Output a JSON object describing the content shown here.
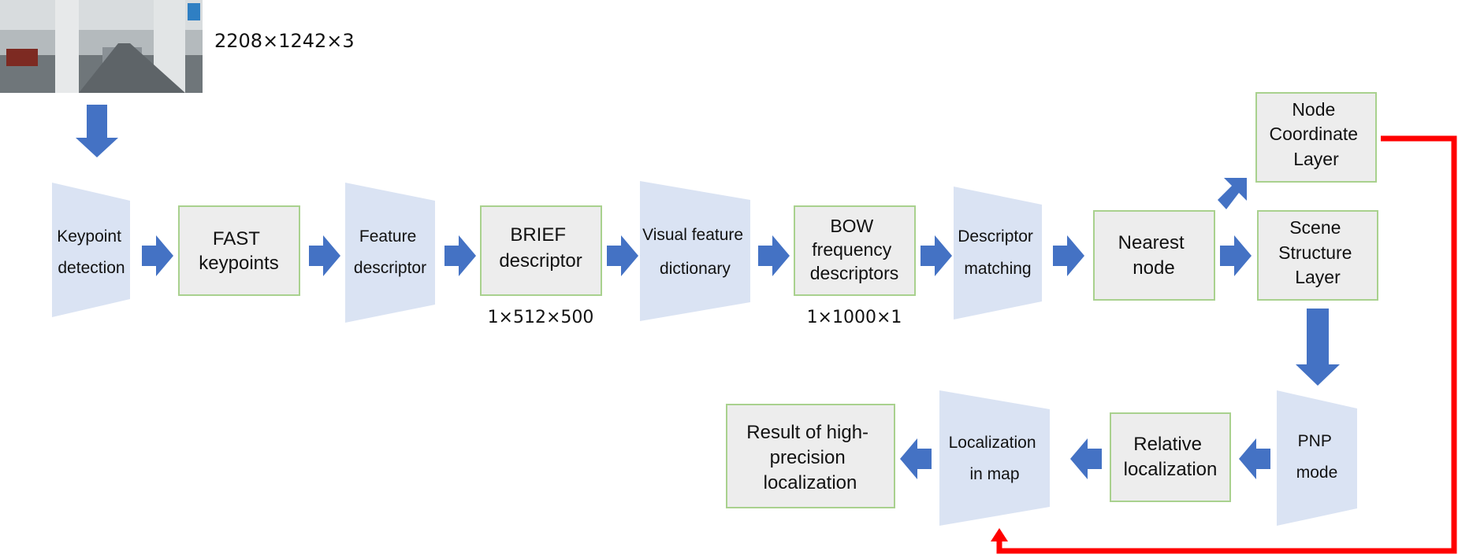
{
  "input_image": {
    "description_icon": "parking-garage-photo",
    "dimensions": "2208×1242×3"
  },
  "nodes": {
    "keypoint_detection": [
      "Keypoint",
      "detection"
    ],
    "fast_keypoints": [
      "FAST",
      "keypoints"
    ],
    "feature_descriptor": [
      "Feature",
      "descriptor"
    ],
    "brief_descriptor": [
      "BRIEF",
      "descriptor"
    ],
    "visual_feature_dictionary": [
      "Visual feature",
      "dictionary"
    ],
    "bow_frequency_descriptors": [
      "BOW",
      "frequency",
      "descriptors"
    ],
    "descriptor_matching": [
      "Descriptor",
      "matching"
    ],
    "nearest_node": [
      "Nearest",
      "node"
    ],
    "node_coordinate_layer": [
      "Node",
      "Coordinate",
      "Layer"
    ],
    "scene_structure_layer": [
      "Scene",
      "Structure",
      "Layer"
    ],
    "pnp_mode": [
      "PNP",
      "mode"
    ],
    "relative_localization": [
      "Relative",
      "localization"
    ],
    "localization_in_map": [
      "Localization",
      "in map"
    ],
    "result": [
      "Result of high-",
      "precision",
      "localization"
    ]
  },
  "dimension_labels": {
    "brief": "1×512×500",
    "bow": "1×1000×1"
  },
  "colors": {
    "trapezoid_fill": "#dae3f3",
    "box_fill": "#ededed",
    "box_border": "#a9d18e",
    "arrow_blue": "#4472c4",
    "arrow_red": "#ff0000"
  }
}
